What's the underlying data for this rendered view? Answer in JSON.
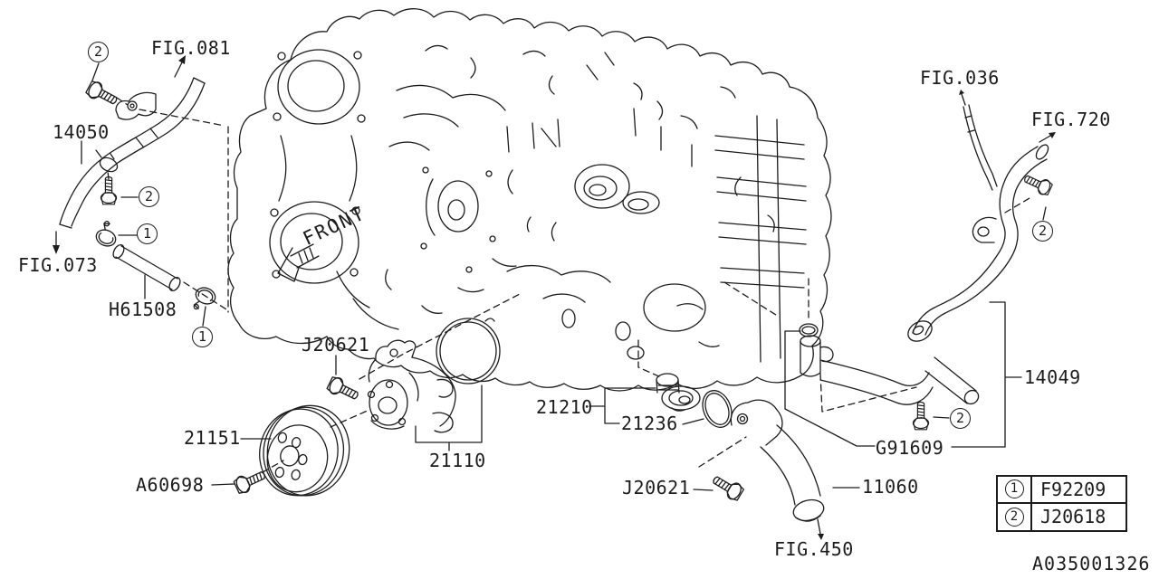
{
  "diagram": {
    "id": "A035001326",
    "front_label": "FRONT",
    "background": "#ffffff",
    "line_color": "#1c1c1c"
  },
  "part_labels": {
    "hose_14050": "14050",
    "hose_h61508": "H61508",
    "pulley_21151": "21151",
    "bolt_a60698": "A60698",
    "bolt_j20621": "J20621",
    "water_pump_21110": "21110",
    "thermostat_21210": "21210",
    "oring_21236": "21236",
    "pipe_11060": "11060",
    "oring_g91609": "G91609",
    "pipe_14049": "14049"
  },
  "figure_refs": {
    "fig_081": "FIG.081",
    "fig_073": "FIG.073",
    "fig_036": "FIG.036",
    "fig_720": "FIG.720",
    "fig_450": "FIG.450"
  },
  "callouts": {
    "one": "1",
    "two": "2"
  },
  "legend": {
    "rows": [
      {
        "num": "1",
        "part": "F92209"
      },
      {
        "num": "2",
        "part": "J20618"
      }
    ]
  }
}
